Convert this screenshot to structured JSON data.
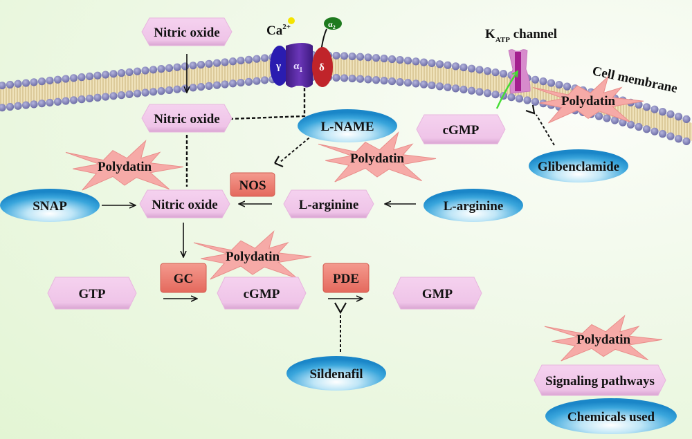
{
  "membrane": {
    "label": "Cell membrane",
    "calcium_channel": {
      "ion_label": "Ca",
      "ion_charge": "2+",
      "subunits": {
        "gamma": "γ",
        "alpha1": "α",
        "alpha1_sub": "1",
        "delta": "δ",
        "alpha2": "α",
        "alpha2_sub": "2"
      }
    },
    "katp_channel": {
      "label_main": "K",
      "label_sub": "ATP",
      "label_rest": " channel"
    }
  },
  "nodes": {
    "nitric_oxide_extracellular": "Nitric oxide",
    "nitric_oxide_membrane": "Nitric oxide",
    "nitric_oxide_central": "Nitric oxide",
    "l_arginine_pathway": "L-arginine",
    "cgmp_upper": "cGMP",
    "gtp": "GTP",
    "cgmp_lower": "cGMP",
    "gmp": "GMP"
  },
  "enzymes": {
    "nos": "NOS",
    "gc": "GC",
    "pde": "PDE"
  },
  "chemicals": {
    "l_name": "L-NAME",
    "snap": "SNAP",
    "l_arginine": "L-arginine",
    "glibenclamide": "Glibenclamide",
    "sildenafil": "Sildenafil"
  },
  "polydatin": {
    "near_nitric_oxide": "Polydatin",
    "near_nos": "Polydatin",
    "near_gc": "Polydatin",
    "near_katp": "Polydatin"
  },
  "legend": {
    "polydatin": "Polydatin",
    "signaling": "Signaling pathways",
    "chemicals": "Chemicals used"
  },
  "colors": {
    "hex_fill": "#f2c8ec",
    "oval_fill": "#2a9ad6",
    "enzyme_fill": "#ef7e72",
    "star_fill": "#f6aaa7",
    "lipid_head": "#7f7fb6",
    "lipid_tail": "#d6c28e",
    "ca_channel_alpha1": "#5a2aa0",
    "ca_channel_gamma": "#2f1fb0",
    "ca_channel_delta": "#c0242a",
    "ca_channel_alpha2": "#1e7a1e",
    "katp_fill": "#d78bcc",
    "green_arrow": "#44dd33"
  }
}
